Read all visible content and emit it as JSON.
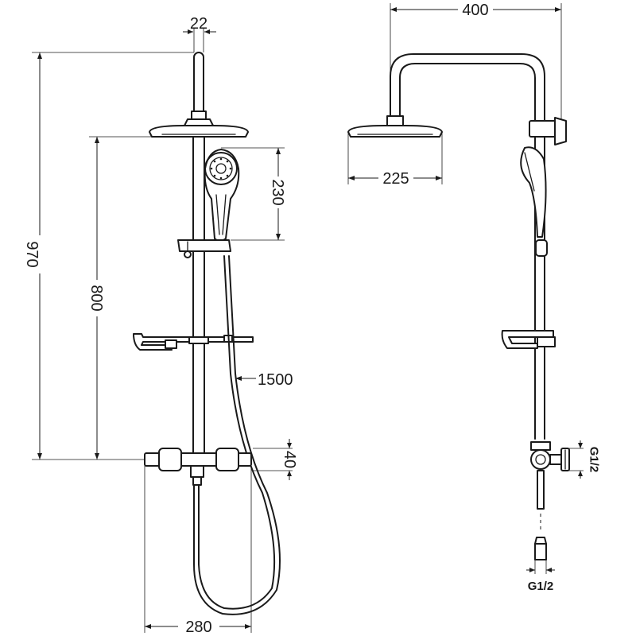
{
  "front_view": {
    "dim_rail_diameter": "22",
    "dim_total_height": "970",
    "dim_rail_height": "800",
    "dim_handshower_length": "230",
    "dim_hose_length": "1500",
    "dim_thermostat_height": "40",
    "dim_thermostat_width": "280"
  },
  "side_view": {
    "dim_arm_reach": "400",
    "dim_head_diameter": "225",
    "dim_inlet_thread": "G1/2",
    "dim_bottom_thread": "G1/2"
  }
}
